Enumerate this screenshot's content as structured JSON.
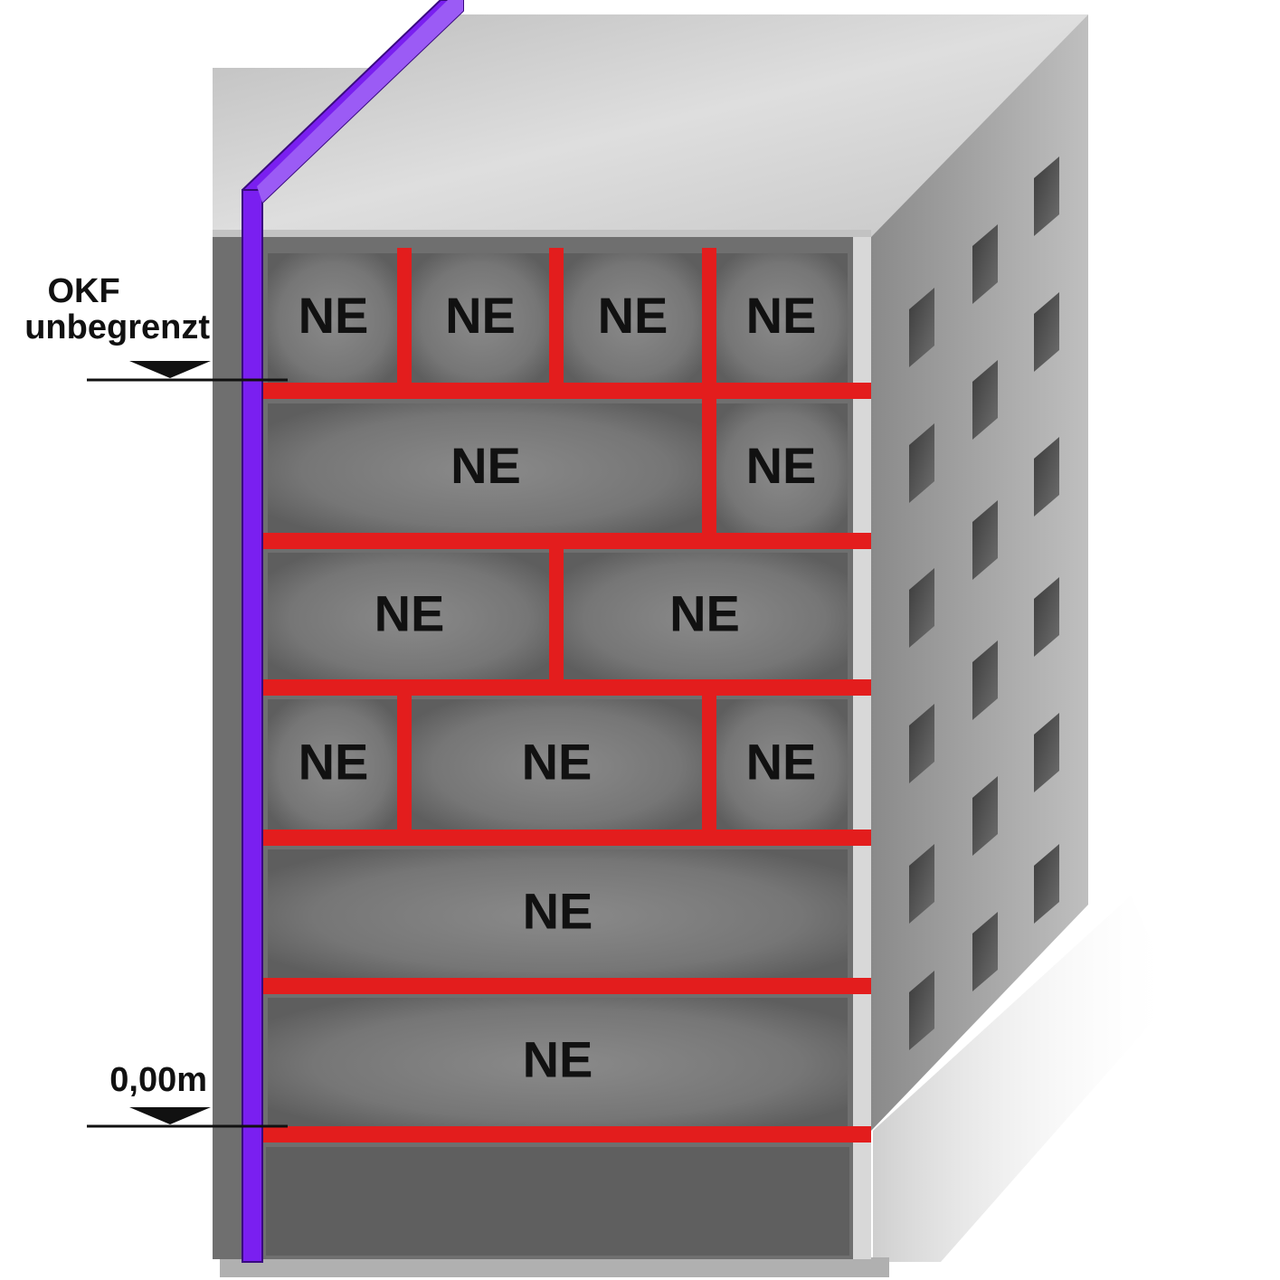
{
  "levels": {
    "top": {
      "line1": "OKF",
      "line2": "unbegrenzt"
    },
    "ground": {
      "label": "0,00m"
    }
  },
  "unit_label": "NE",
  "floors": [
    {
      "units": 4,
      "shafts": [
        1,
        2,
        3
      ]
    },
    {
      "units": 2,
      "shafts": [
        3
      ]
    },
    {
      "units": 2,
      "shafts": [
        2
      ]
    },
    {
      "units": 3,
      "shafts": [
        1,
        3
      ]
    },
    {
      "units": 1,
      "shafts": []
    },
    {
      "units": 1,
      "shafts": []
    }
  ],
  "colors": {
    "separation": "#e31d1d",
    "stair_pipe": "#7a1ff0",
    "front_wall": "#777777",
    "side_wall": "#9a9a9a",
    "roof": "#d4d4d4",
    "window": "#444444"
  }
}
